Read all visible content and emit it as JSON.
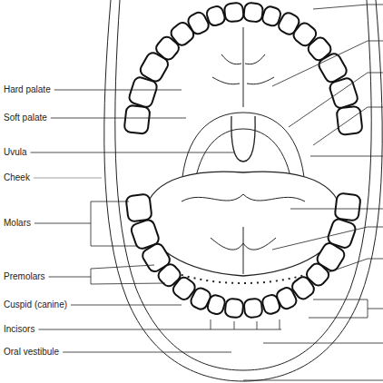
{
  "diagram": {
    "labels": [
      "Hard palate",
      "Soft palate",
      "Uvula",
      "Cheek",
      "Molars",
      "Premolars",
      "Cuspid (canine)",
      "Incisors",
      "Oral vestibule"
    ]
  }
}
